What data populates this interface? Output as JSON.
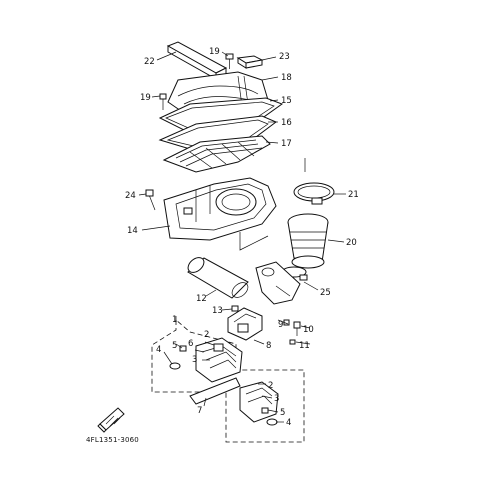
{
  "diagram": {
    "catalog_code": "4FL1351-3060",
    "callouts": [
      {
        "id": "c22",
        "label": "22"
      },
      {
        "id": "c19a",
        "label": "19"
      },
      {
        "id": "c23",
        "label": "23"
      },
      {
        "id": "c18",
        "label": "18"
      },
      {
        "id": "c19b",
        "label": "19"
      },
      {
        "id": "c15",
        "label": "15"
      },
      {
        "id": "c16",
        "label": "16"
      },
      {
        "id": "c17",
        "label": "17"
      },
      {
        "id": "c24",
        "label": "24"
      },
      {
        "id": "c21",
        "label": "21"
      },
      {
        "id": "c14",
        "label": "14"
      },
      {
        "id": "c20",
        "label": "20"
      },
      {
        "id": "c25",
        "label": "25"
      },
      {
        "id": "c12",
        "label": "12"
      },
      {
        "id": "c13",
        "label": "13"
      },
      {
        "id": "c9",
        "label": "9"
      },
      {
        "id": "c10",
        "label": "10"
      },
      {
        "id": "c11",
        "label": "11"
      },
      {
        "id": "c1",
        "label": "1"
      },
      {
        "id": "c2a",
        "label": "2"
      },
      {
        "id": "c6",
        "label": "6"
      },
      {
        "id": "c5a",
        "label": "5"
      },
      {
        "id": "c3a",
        "label": "3"
      },
      {
        "id": "c8",
        "label": "8"
      },
      {
        "id": "c4a",
        "label": "4"
      },
      {
        "id": "c2b",
        "label": "2"
      },
      {
        "id": "c3b",
        "label": "3"
      },
      {
        "id": "c7",
        "label": "7"
      },
      {
        "id": "c5b",
        "label": "5"
      },
      {
        "id": "c4b",
        "label": "4"
      }
    ]
  }
}
